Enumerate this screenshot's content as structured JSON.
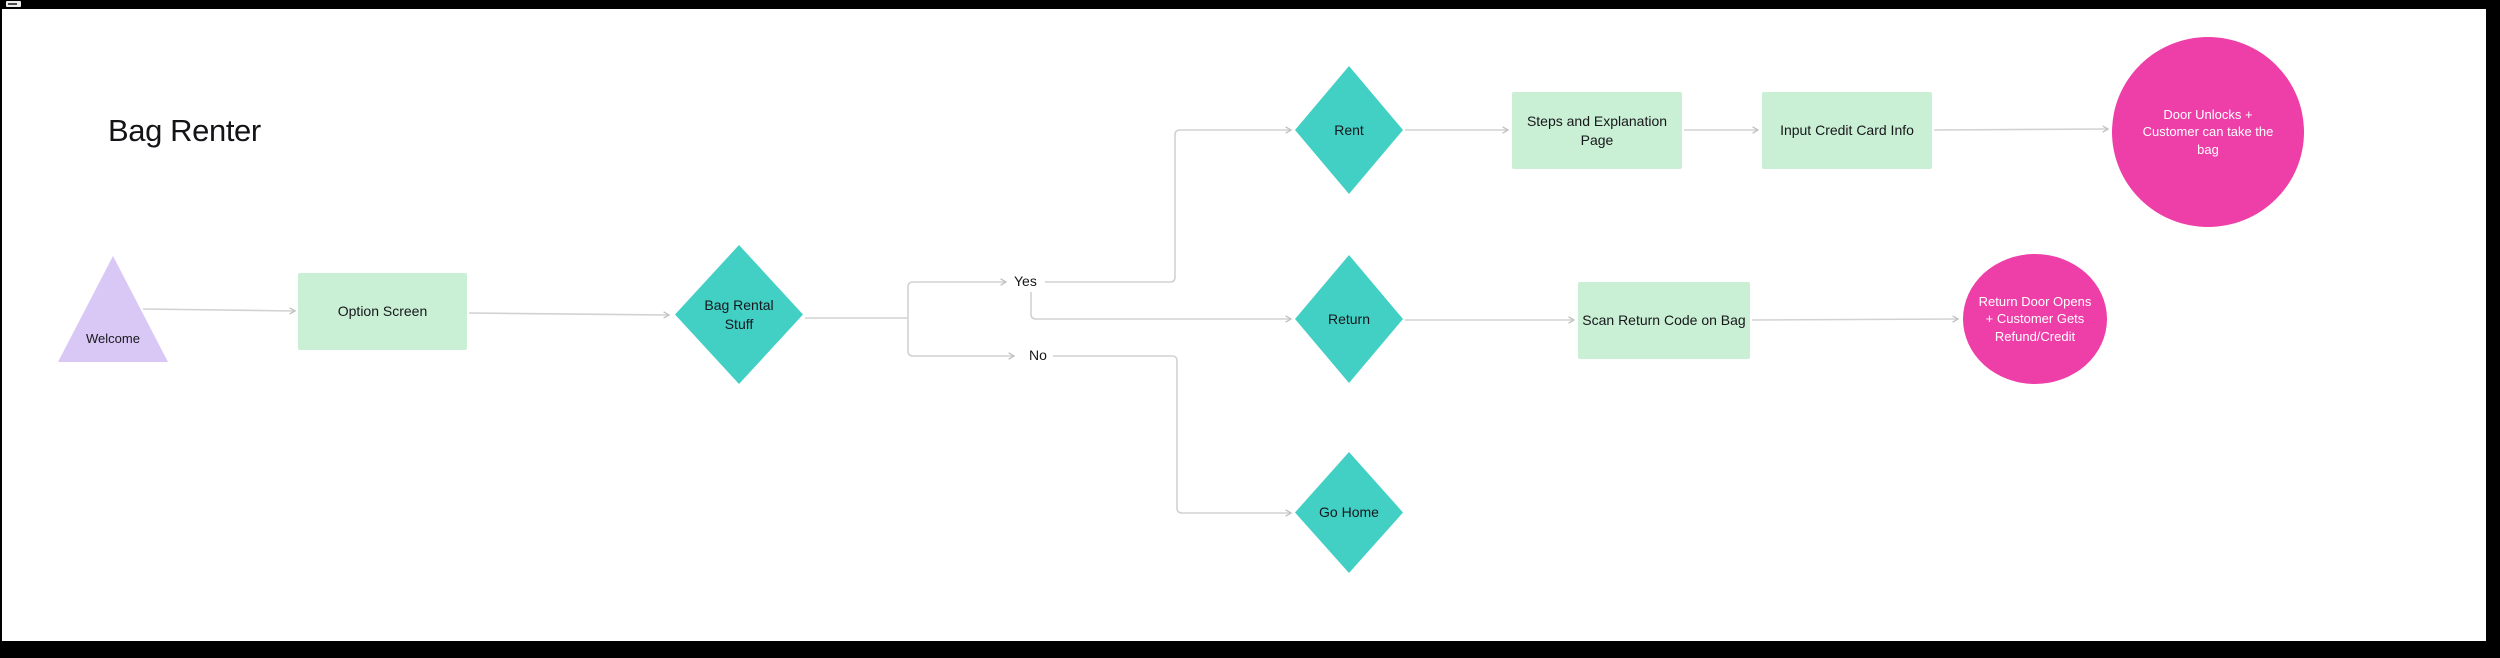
{
  "title": "Bag Renter",
  "labels": {
    "yes": "Yes",
    "no": "No"
  },
  "nodes": {
    "welcome": {
      "shape": "triangle",
      "label": "Welcome"
    },
    "option_screen": {
      "shape": "rectangle",
      "label": "Option Screen"
    },
    "bag_rental_stuff": {
      "shape": "diamond",
      "label": "Bag Rental\nStuff"
    },
    "rent": {
      "shape": "diamond",
      "label": "Rent"
    },
    "return": {
      "shape": "diamond",
      "label": "Return"
    },
    "go_home": {
      "shape": "diamond",
      "label": "Go Home"
    },
    "steps_page": {
      "shape": "rectangle",
      "label": "Steps and Explanation Page"
    },
    "input_credit_card": {
      "shape": "rectangle",
      "label": "Input Credit Card Info"
    },
    "scan_return_code": {
      "shape": "rectangle",
      "label": "Scan Return Code on Bag"
    },
    "door_unlocks": {
      "shape": "circle",
      "label": "Door Unlocks +\nCustomer can take the\nbag"
    },
    "return_door_opens": {
      "shape": "circle",
      "label": "Return Door Opens\n+ Customer Gets\nRefund/Credit"
    }
  },
  "edges": [
    {
      "from": "welcome",
      "to": "option_screen"
    },
    {
      "from": "option_screen",
      "to": "bag_rental_stuff"
    },
    {
      "from": "bag_rental_stuff",
      "to": "yes-branch",
      "label": "Yes"
    },
    {
      "from": "bag_rental_stuff",
      "to": "no-branch",
      "label": "No"
    },
    {
      "from": "yes-branch",
      "to": "rent"
    },
    {
      "from": "yes-branch",
      "to": "return"
    },
    {
      "from": "no-branch",
      "to": "go_home"
    },
    {
      "from": "rent",
      "to": "steps_page"
    },
    {
      "from": "steps_page",
      "to": "input_credit_card"
    },
    {
      "from": "input_credit_card",
      "to": "door_unlocks"
    },
    {
      "from": "return",
      "to": "scan_return_code"
    },
    {
      "from": "scan_return_code",
      "to": "return_door_opens"
    }
  ],
  "colors": {
    "frame_bg": "#000000",
    "canvas_bg": "#ffffff",
    "rectangle": "#c9efd4",
    "diamond": "#42cfc4",
    "triangle": "#d9c8f5",
    "circle": "#ee3ea8",
    "circle_text": "#ffffff",
    "connector": "#d2d2d2",
    "connector_arrow": "#bfbfbf",
    "text": "#1b1b1f"
  }
}
